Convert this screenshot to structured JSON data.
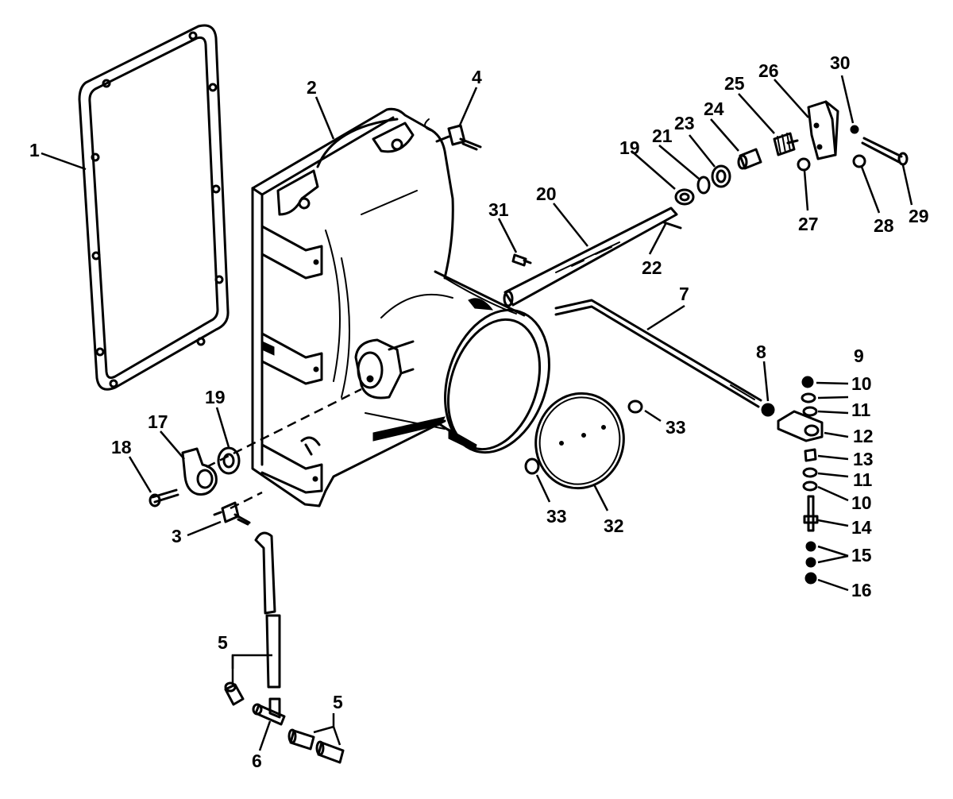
{
  "callouts": {
    "c1": "1",
    "c2": "2",
    "c3": "3",
    "c4": "4",
    "c5a": "5",
    "c5b": "5",
    "c6": "6",
    "c7": "7",
    "c8": "8",
    "c9": "9",
    "c10a": "10",
    "c10b": "10",
    "c11a": "11",
    "c11b": "11",
    "c12": "12",
    "c13": "13",
    "c14": "14",
    "c15": "15",
    "c16": "16",
    "c17": "17",
    "c18": "18",
    "c19a": "19",
    "c19b": "19",
    "c20": "20",
    "c21": "21",
    "c22": "22",
    "c23": "23",
    "c24": "24",
    "c25": "25",
    "c26": "26",
    "c27": "27",
    "c28": "28",
    "c29": "29",
    "c30": "30",
    "c31": "31",
    "c32": "32",
    "c33a": "33",
    "c33b": "33"
  }
}
